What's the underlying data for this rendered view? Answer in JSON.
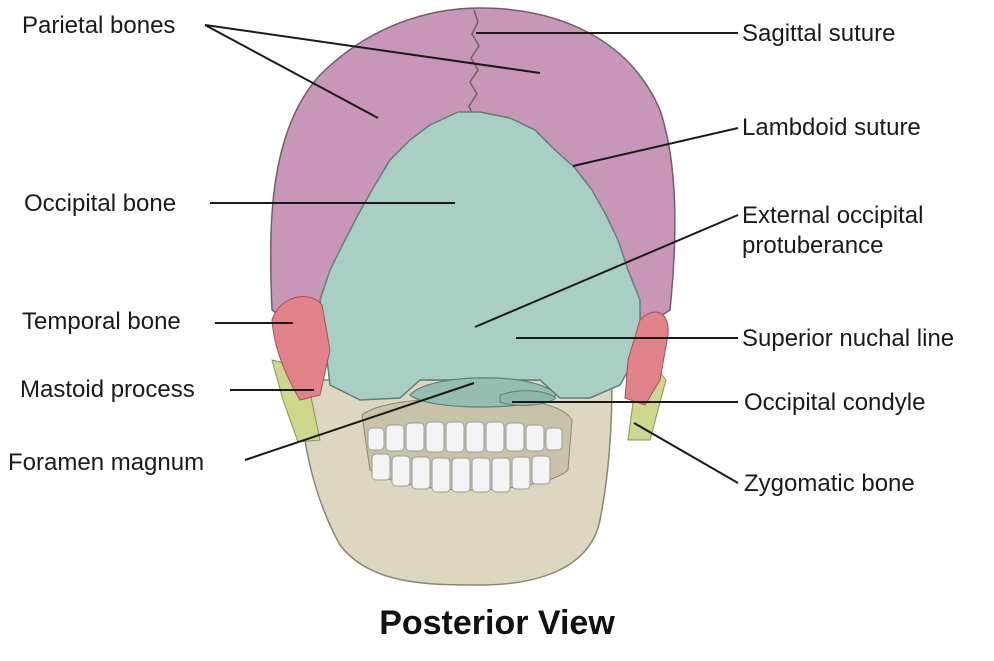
{
  "labels": {
    "parietal": "Parietal bones",
    "occipital": "Occipital bone",
    "temporal": "Temporal bone",
    "mastoid": "Mastoid process",
    "foramen": "Foramen magnum",
    "sagittal": "Sagittal suture",
    "lambdoid": "Lambdoid suture",
    "protuberance_line1": "External occipital",
    "protuberance_line2": "protuberance",
    "nuchal": "Superior nuchal line",
    "condyle": "Occipital condyle",
    "zygomatic": "Zygomatic bone"
  },
  "caption": "Posterior View",
  "colors": {
    "parietal": "#c896b8",
    "occipital": "#a9cec4",
    "temporal": "#e2838c",
    "zygomatic": "#cfd78f",
    "bone": "#ddd6c0",
    "teeth": "#f4f4f4"
  }
}
